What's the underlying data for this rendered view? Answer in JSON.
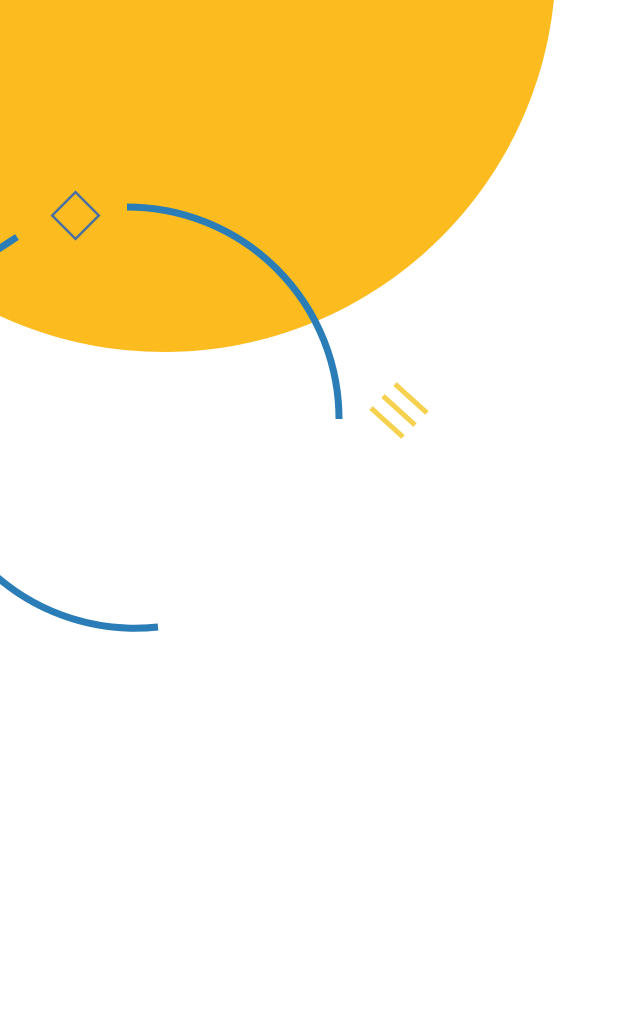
{
  "colors": {
    "background": "#ffffff",
    "sun": "#fcbc1f",
    "arc": "#2a7db6",
    "diamond": "#4a6fa0",
    "stripes": "#f6d14e"
  },
  "shapes": {
    "sun": "large-yellow-circle",
    "arc": "blue-circle-outline-segments",
    "diamond": "diamond-outline",
    "stripes": "three-diagonal-lines"
  }
}
